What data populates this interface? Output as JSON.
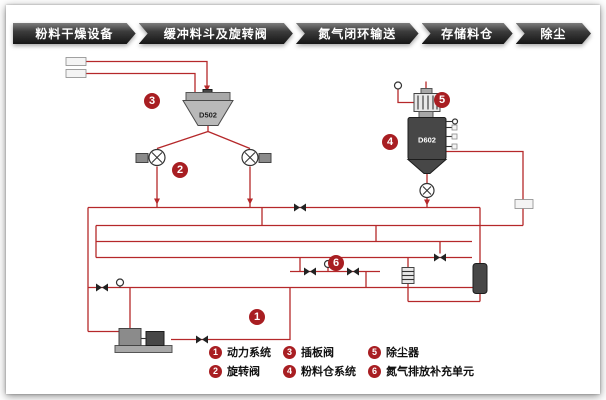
{
  "header": {
    "tabs": [
      {
        "label": "粉料干燥设备"
      },
      {
        "label": "缓冲料斗及旋转阀"
      },
      {
        "label": "氮气闭环输送"
      },
      {
        "label": "存储料仓"
      },
      {
        "label": "除尘"
      }
    ]
  },
  "diagram": {
    "equipment": {
      "buffer_hopper_label": "D502",
      "storage_silo_label": "D602"
    },
    "markers": [
      {
        "num": "1"
      },
      {
        "num": "2"
      },
      {
        "num": "3"
      },
      {
        "num": "4"
      },
      {
        "num": "5"
      },
      {
        "num": "6"
      }
    ]
  },
  "legend": {
    "items": [
      {
        "num": "1",
        "label": "动力系统"
      },
      {
        "num": "2",
        "label": "旋转阀"
      },
      {
        "num": "3",
        "label": "插板阀"
      },
      {
        "num": "4",
        "label": "粉料仓系统"
      },
      {
        "num": "5",
        "label": "除尘器"
      },
      {
        "num": "6",
        "label": "氮气排放补充单元"
      }
    ]
  },
  "colors": {
    "pipe_red": "#b5282a",
    "marker_red": "#a81e22",
    "header_dark": "#161616"
  }
}
